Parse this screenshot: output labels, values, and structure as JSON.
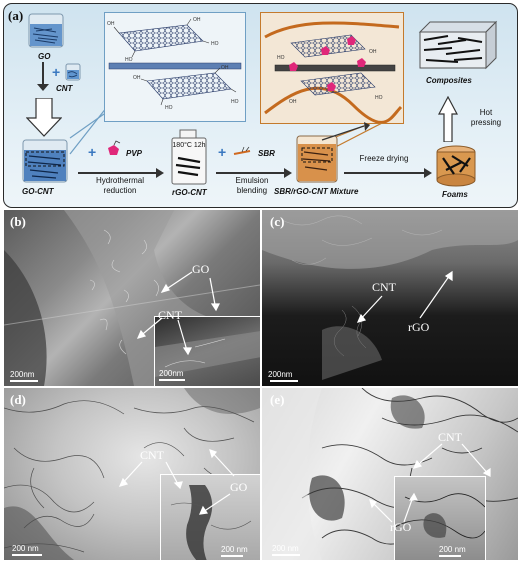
{
  "panel_a": {
    "label": "(a)",
    "go": "GO",
    "cnt": "CNT",
    "plus": "+",
    "go_cnt": "GO-CNT",
    "pvp": "PVP",
    "hydrothermal": "Hydrothermal reduction",
    "condition": "180°C 12h",
    "rgo_cnt": "rGO-CNT",
    "sbr": "SBR",
    "emulsion": "Emulsion blending",
    "mixture": "SBR/rGO-CNT Mixture",
    "freeze": "Freeze drying",
    "foams": "Foams",
    "hot": "Hot pressing",
    "composites": "Composites",
    "ho": "HO",
    "oh": "OH"
  },
  "panel_b": {
    "label": "(b)",
    "go": "GO",
    "cnt": "CNT",
    "scale_main": "200nm",
    "scale_inset": "200nm"
  },
  "panel_c": {
    "label": "(c)",
    "cnt": "CNT",
    "rgo": "rGO",
    "scale": "200nm"
  },
  "panel_d": {
    "label": "(d)",
    "cnt": "CNT",
    "go": "GO",
    "scale_main": "200 nm",
    "scale_inset": "200 nm"
  },
  "panel_e": {
    "label": "(e)",
    "cnt": "CNT",
    "rgo": "rGO",
    "scale_main": "200 nm",
    "scale_inset": "200 nm"
  },
  "colors": {
    "frame": "#2a2a2a",
    "blue_box": "#6f9fc4",
    "orange_box": "#c47a2c",
    "pvp": "#e0287a"
  }
}
